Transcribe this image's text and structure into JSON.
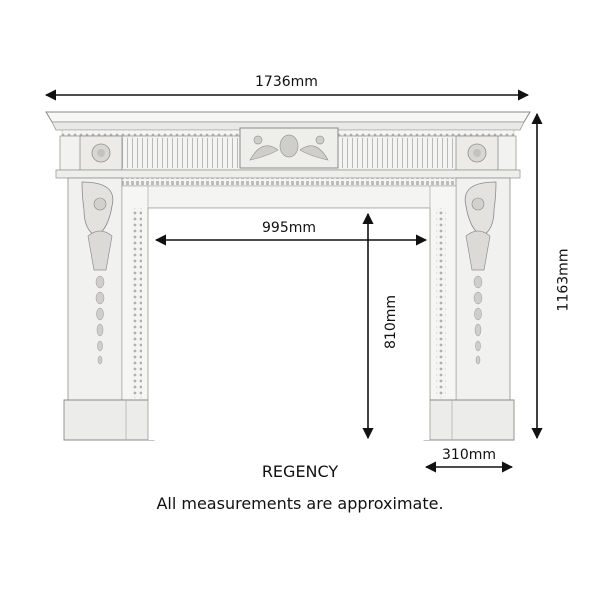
{
  "product": {
    "name": "REGENCY",
    "note": "All measurements are approximate."
  },
  "dimensions": {
    "overall_width": "1736mm",
    "opening_width": "995mm",
    "opening_height": "810mm",
    "overall_height": "1163mm",
    "leg_depth": "310mm"
  },
  "colors": {
    "stone": "#f2f2f0",
    "shade": "#cfcfcc",
    "line": "#8a8a88",
    "arrow": "#111111"
  }
}
